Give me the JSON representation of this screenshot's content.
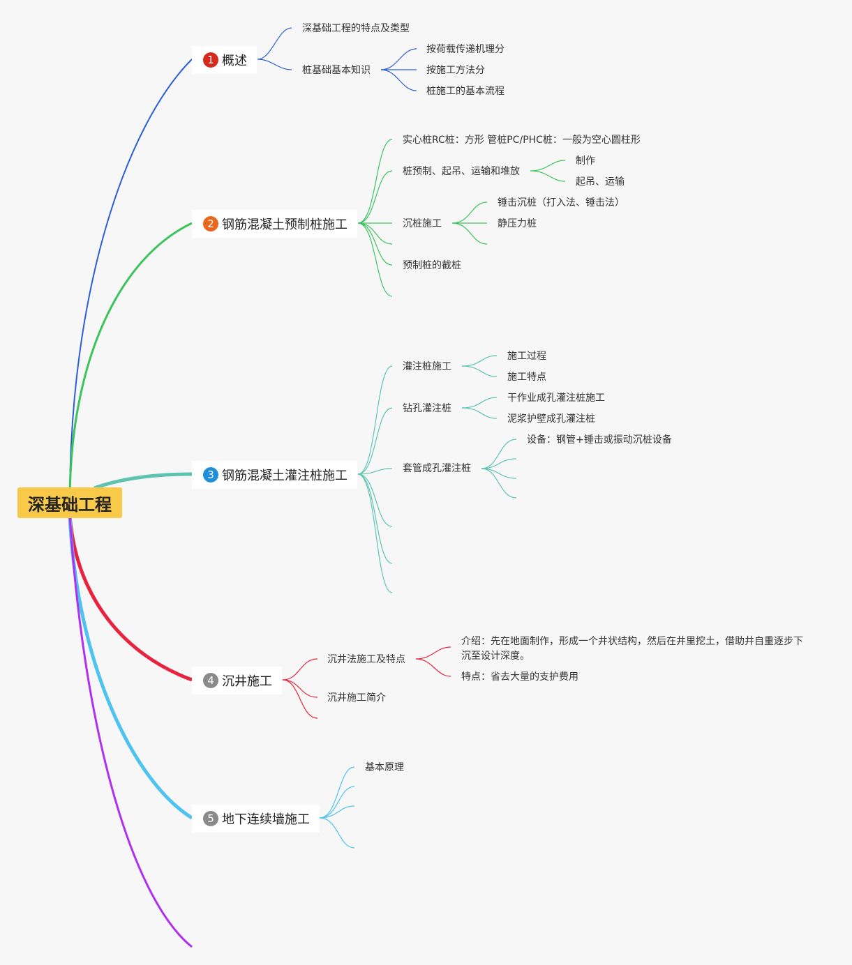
{
  "root": "深基础工程",
  "branches": [
    {
      "num": "1",
      "title": "概述",
      "color": "#2b5fd6",
      "badge": "#d62a1c",
      "children": [
        {
          "label": "深基础工程的特点及类型"
        },
        {
          "label": "桩基础基本知识",
          "children": [
            {
              "label": "按荷载传递机理分"
            },
            {
              "label": "按施工方法分"
            },
            {
              "label": "桩施工的基本流程"
            }
          ]
        }
      ]
    },
    {
      "num": "2",
      "title": "钢筋混凝土预制桩施工",
      "color": "#3cc35c",
      "badge": "#e8671b",
      "children": [
        {
          "label": "实心桩RC桩：方形 管桩PC/PHC桩：一般为空心圆柱形"
        },
        {
          "label": "桩预制、起吊、运输和堆放",
          "children": [
            {
              "label": "制作"
            },
            {
              "label": "起吊、运输"
            }
          ]
        },
        {
          "label": "沉桩施工",
          "children": [
            {
              "label": "锤击沉桩（打入法、锤击法）"
            },
            {
              "label": "静压力桩"
            },
            {
              "label": ""
            }
          ]
        },
        {
          "label": ""
        },
        {
          "label": "预制桩的截桩"
        },
        {
          "label": ""
        }
      ]
    },
    {
      "num": "3",
      "title": "钢筋混凝土灌注桩施工",
      "color": "#5ec4b0",
      "badge": "#1e8fd8",
      "children": [
        {
          "label": "灌注桩施工",
          "children": [
            {
              "label": "施工过程"
            },
            {
              "label": "施工特点"
            }
          ]
        },
        {
          "label": "钻孔灌注桩",
          "children": [
            {
              "label": "干作业成孔灌注桩施工"
            },
            {
              "label": "泥浆护壁成孔灌注桩"
            }
          ]
        },
        {
          "label": "套管成孔灌注桩",
          "children": [
            {
              "label": "设备：钢管+锤击或振动沉桩设备"
            },
            {
              "label": ""
            },
            {
              "label": ""
            },
            {
              "label": ""
            }
          ]
        },
        {
          "label": ""
        },
        {
          "label": ""
        },
        {
          "label": ""
        }
      ]
    },
    {
      "num": "4",
      "title": "沉井施工",
      "color": "#e8223f",
      "badge": "#8a8a8a",
      "children": [
        {
          "label": "沉井法施工及特点",
          "children": [
            {
              "label": "介绍：先在地面制作，形成一个井状结构，然后在井里挖土，借助井自重逐步下沉至设计深度。"
            },
            {
              "label": "特点：省去大量的支护费用"
            }
          ]
        },
        {
          "label": "沉井施工简介"
        },
        {
          "label": ""
        }
      ]
    },
    {
      "num": "5",
      "title": "地下连续墙施工",
      "color": "#4fc3f0",
      "badge": "#8a8a8a",
      "children": [
        {
          "label": "基本原理"
        },
        {
          "label": ""
        },
        {
          "label": ""
        },
        {
          "label": ""
        }
      ]
    },
    {
      "num": "",
      "title": "",
      "color": "#b12ff0",
      "badge": "",
      "children": []
    }
  ]
}
